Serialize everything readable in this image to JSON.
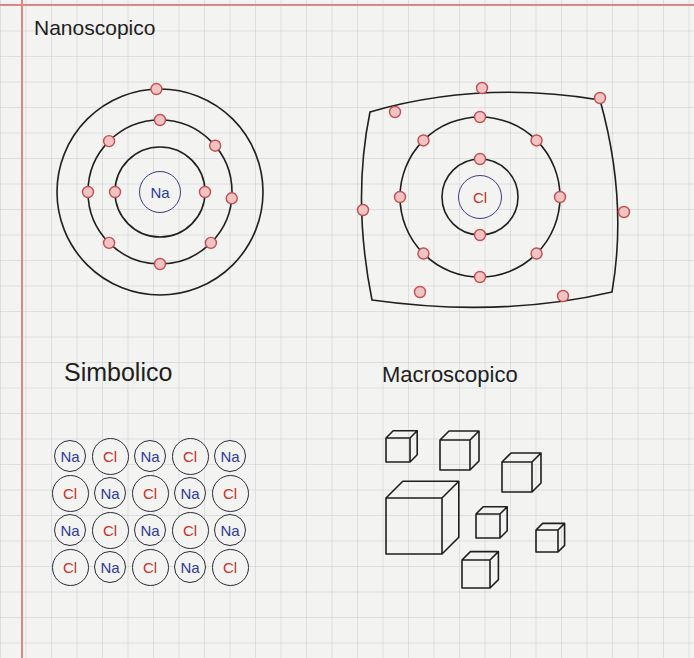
{
  "diagram": {
    "nodes": [
      {
        "text": [
          "Na"
        ]
      },
      {
        "text": [
          "Cl"
        ]
      },
      {
        "text": [
          "Na"
        ]
      },
      {
        "text": [
          "Cl"
        ]
      },
      {
        "text": [
          "Na"
        ]
      },
      {
        "text": [
          "Cl"
        ]
      },
      {
        "text": [
          "Na"
        ]
      },
      {
        "text": [
          "Cl"
        ]
      },
      {
        "text": [
          "Na"
        ]
      },
      {
        "text": [
          "Cl"
        ]
      },
      {
        "text": [
          "Na"
        ]
      },
      {
        "text": [
          "Cl"
        ]
      },
      {
        "text": [
          "Na"
        ]
      },
      {
        "text": [
          "Cl"
        ]
      },
      {
        "text": [
          "Na"
        ]
      },
      {
        "text": [
          "Cl"
        ]
      },
      {
        "text": [
          "Na"
        ]
      },
      {
        "text": [
          "Cl"
        ]
      },
      {
        "text": [
          "Na"
        ]
      },
      {
        "text": [
          "Cl"
        ]
      },
      {
        "text": [
          "Na"
        ]
      },
      {
        "text": [
          "Cl"
        ]
      }
    ],
    "labels": [
      "Nanoscopico",
      "Simbolico",
      "Macroscopico"
    ]
  }
}
